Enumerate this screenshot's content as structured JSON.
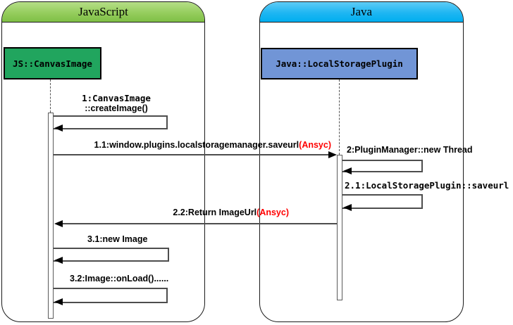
{
  "diagram": {
    "type": "uml-sequence",
    "frames": [
      {
        "title": "JavaScript",
        "header_color": "#8cc652"
      },
      {
        "title": "Java",
        "header_color": "#00aeef"
      }
    ],
    "objects": [
      {
        "label": "JS::CanvasImage",
        "fill": "#21a55e"
      },
      {
        "label": "Java::LocalStoragePlugin",
        "fill": "#7195d6"
      }
    ],
    "messages": {
      "m1": {
        "line1": "1:CanvasImage",
        "line2": "::createImage()",
        "type": "self"
      },
      "m11": {
        "text": "1.1:window.plugins.localstoragemanager.saveurl",
        "suffix": "(Ansyc)",
        "suffix_color": "#ff0000",
        "type": "call"
      },
      "m2": {
        "text": "2:PluginManager::new Thread",
        "type": "self"
      },
      "m21": {
        "text": "2.1:LocalStoragePlugin::saveurl",
        "type": "self"
      },
      "m22": {
        "text": "2.2:Return ImageUrl",
        "suffix": "(Ansyc)",
        "suffix_color": "#ff0000",
        "type": "return"
      },
      "m31": {
        "text": "3.1:new Image",
        "type": "self"
      },
      "m32": {
        "text": "3.2:Image::onLoad()......",
        "type": "self"
      }
    },
    "colors": {
      "arrow_line": "#4d4d4d",
      "arrow_head": "#000000",
      "annotation_red": "#ff0000"
    }
  }
}
